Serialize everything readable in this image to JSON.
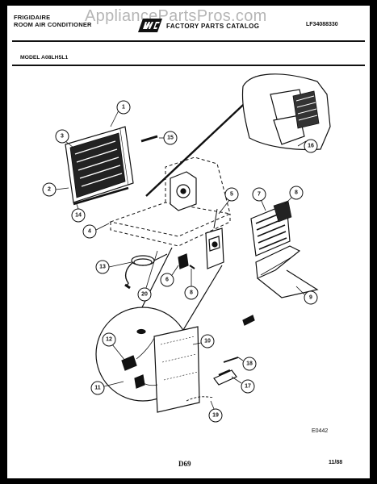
{
  "header": {
    "brand_line1": "FRIGIDAIRE",
    "brand_line2": "ROOM AIR CONDITIONER",
    "catalog_title": "FACTORY PARTS CATALOG",
    "document_number": "LF34088330",
    "watermark": "AppliancePartsPros.com"
  },
  "model_label": "MODEL A08LH5L1",
  "callouts": [
    "1",
    "2",
    "3",
    "4",
    "5",
    "6",
    "7",
    "8",
    "9",
    "10",
    "11",
    "12",
    "13",
    "14",
    "15",
    "16",
    "17",
    "18",
    "19",
    "20"
  ],
  "footer": {
    "diagram_code": "E0442",
    "page_label": "D69",
    "date": "11/88"
  },
  "colors": {
    "ink": "#111111",
    "paper": "#ffffff",
    "frame": "#000000"
  }
}
